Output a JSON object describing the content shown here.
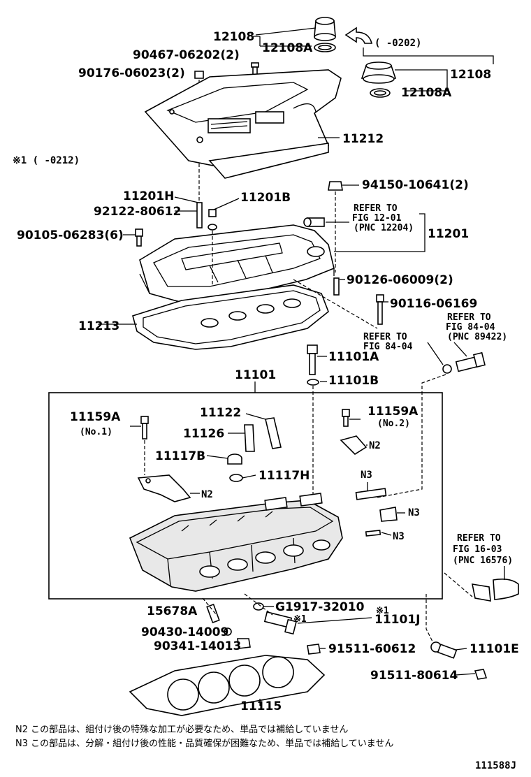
{
  "labels": {
    "p12108_top": "12108",
    "p12108A_top": "12108A",
    "range_0202": "(      -0202)",
    "p12108_r": "12108",
    "p12108A_r": "12108A",
    "p90467": "90467-06202(2)",
    "p90176": "90176-06023(2)",
    "p11212": "11212",
    "note1": "※1 (      -0212)",
    "p11201H": "11201H",
    "p11201B": "11201B",
    "p94150": "94150-10641(2)",
    "p92122": "92122-80612",
    "refer1201_a": "REFER TO",
    "refer1201_b": "FIG 12-01",
    "refer1201_c": "(PNC 12204)",
    "p11201": "11201",
    "p90105": "90105-06283(6)",
    "p90126": "90126-06009(2)",
    "p90116": "90116-06169",
    "p11213": "11213",
    "refer8404a_a": "REFER TO",
    "refer8404a_b": "FIG 84-04",
    "refer8404b_a": "REFER TO",
    "refer8404b_b": "FIG 84-04",
    "refer8404b_c": "(PNC 89422)",
    "p11101A": "11101A",
    "p11101B": "11101B",
    "p11101": "11101",
    "p11159A_l": "11159A",
    "no1": "(No.1)",
    "p11122": "11122",
    "p11159A_r": "11159A",
    "no2": "(No.2)",
    "p11126": "11126",
    "n2_r": "N2",
    "p11117B": "11117B",
    "p11117H": "11117H",
    "n3_a": "N3",
    "n2_l": "N2",
    "n3_b": "N3",
    "n3_c": "N3",
    "refer1603_a": "REFER TO",
    "refer1603_b": "FIG 16-03",
    "refer1603_c": "(PNC 16576)",
    "p15678A": "15678A",
    "pG1917": "G1917-32010",
    "mark1": "※1",
    "mark1b": "※1",
    "p11101J": "11101J",
    "p90430": "90430-14009",
    "p90341": "90341-14013",
    "p91511_606": "91511-60612",
    "p11101E": "11101E",
    "p91511_806": "91511-80614",
    "p11115": "11115"
  },
  "footnotes": {
    "n2": "N2 この部品は、組付け後の特殊な加工が必要なため、単品では補給していません",
    "n3": "N3 この部品は、分解・組付け後の性能・品質確保が困難なため、単品では補給していません"
  },
  "drawing_id": "111588J"
}
